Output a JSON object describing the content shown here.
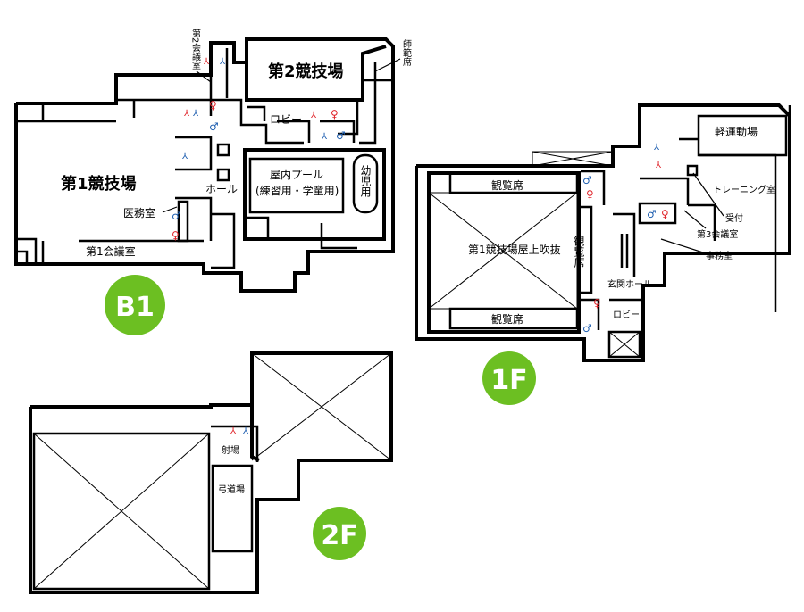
{
  "colors": {
    "badge": "#6cbf22",
    "male": "#1f5fb0",
    "female": "#e0252b",
    "sink": "#1f5fb0",
    "sink_red": "#e0252b"
  },
  "floors": {
    "b1": {
      "badge": "B1",
      "rooms": {
        "arena1": "第1競技場",
        "arena2": "第2競技場",
        "pool_line1": "屋内プール",
        "pool_line2": "(練習用・学童用)",
        "kids_pool": "幼児用",
        "hall": "ホール",
        "lobby": "ロビー",
        "medical": "医務室",
        "meeting1": "第1会議室",
        "meeting2": "第2会議室",
        "judges": "師範席"
      }
    },
    "f1": {
      "badge": "1F",
      "rooms": {
        "roof_void": "第1競技場屋上吹抜",
        "stand_top": "観覧席",
        "stand_side": "観覧席",
        "stand_bottom": "観覧席",
        "light_sports": "軽運動場",
        "training": "トレーニング室",
        "reception": "受付",
        "meeting3": "第3会議室",
        "office": "事務室",
        "entrance": "玄関ホール",
        "lobby": "ロビー"
      }
    },
    "f2": {
      "badge": "2F",
      "rooms": {
        "shooting": "射場",
        "archery": "弓道場"
      }
    }
  }
}
